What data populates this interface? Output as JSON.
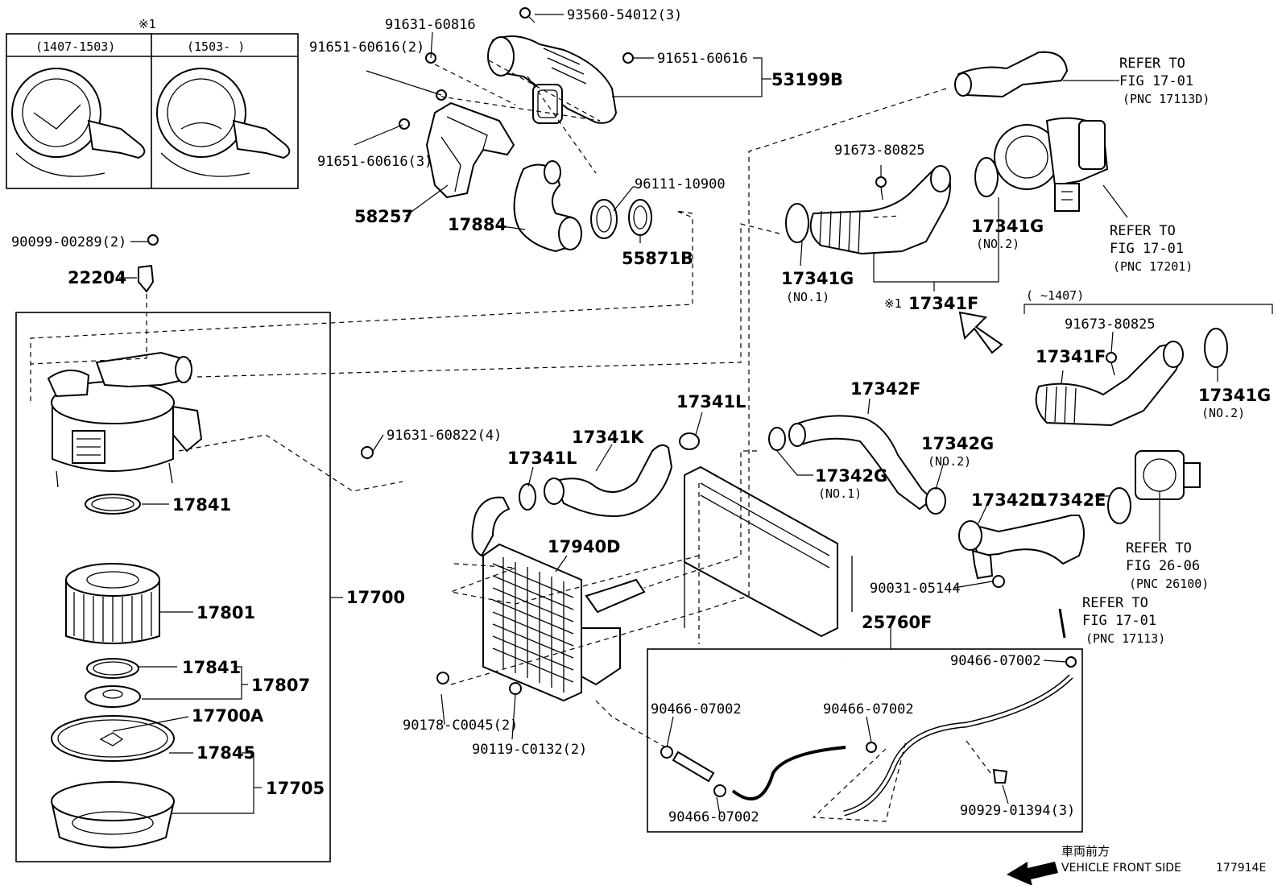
{
  "labels": {
    "note_mark_top": "※1",
    "inset_left_period": "(1407-1503)",
    "inset_right_period": "(1503-      )",
    "p_93560_54012": "93560-54012(3)",
    "p_91631_60816": "91631-60816",
    "p_91651_60616_2": "91651-60616(2)",
    "p_91651_60616": "91651-60616",
    "p_53199B": "53199B",
    "p_91651_60616_3": "91651-60616(3)",
    "p_58257": "58257",
    "p_17884": "17884",
    "p_96111_10900": "96111-10900",
    "p_55871B": "55871B",
    "p_90099_00289": "90099-00289(2)",
    "p_22204": "22204",
    "p_91673_80825_a": "91673-80825",
    "p_17341G_no1": "17341G",
    "no1_a": "(NO.1)",
    "p_17341G_no2": "17341G",
    "no2_a": "(NO.2)",
    "note_mark_17341F": "※1",
    "p_17341F": "17341F",
    "ref_17113D_1": "REFER TO",
    "ref_17113D_2": "FIG 17-01",
    "ref_17113D_3": "(PNC 17113D)",
    "ref_17201_1": "REFER TO",
    "ref_17201_2": "FIG 17-01",
    "ref_17201_3": "(PNC 17201)",
    "inset2_period": "(      ~1407)",
    "p_91673_80825_b": "91673-80825",
    "p_17341F_b": "17341F",
    "p_17341G_b": "17341G",
    "no2_b": "(NO.2)",
    "p_91631_60822": "91631-60822(4)",
    "p_17341L_top": "17341L",
    "p_17341L_left": "17341L",
    "p_17341K": "17341K",
    "p_17342F": "17342F",
    "p_17342G_no2": "17342G",
    "no2_c": "(NO.2)",
    "p_17342G_no1": "17342G",
    "no1_c": "(NO.1)",
    "p_17342D": "17342D",
    "p_17342E": "17342E",
    "ref_26100_1": "REFER TO",
    "ref_26100_2": "FIG 26-06",
    "ref_26100_3": "(PNC 26100)",
    "p_17841_top": "17841",
    "p_17940D": "17940D",
    "p_17700": "17700",
    "p_17801": "17801",
    "p_90031_05144": "90031-05144",
    "ref_17113_1": "REFER TO",
    "ref_17113_2": "FIG 17-01",
    "ref_17113_3": "(PNC 17113)",
    "p_25760F": "25760F",
    "p_17841_bot": "17841",
    "p_17807": "17807",
    "p_17700A": "17700A",
    "p_17845": "17845",
    "p_17705": "17705",
    "p_90178_C0045": "90178-C0045(2)",
    "p_90119_C0132": "90119-C0132(2)",
    "p_90466_07002_a": "90466-07002",
    "p_90466_07002_b": "90466-07002",
    "p_90466_07002_c": "90466-07002",
    "p_90466_07002_d": "90466-07002",
    "p_90929_01394": "90929-01394(3)",
    "front_jp": "車両前方",
    "front_en": "VEHICLE FRONT SIDE",
    "fig_id": "177914E"
  }
}
